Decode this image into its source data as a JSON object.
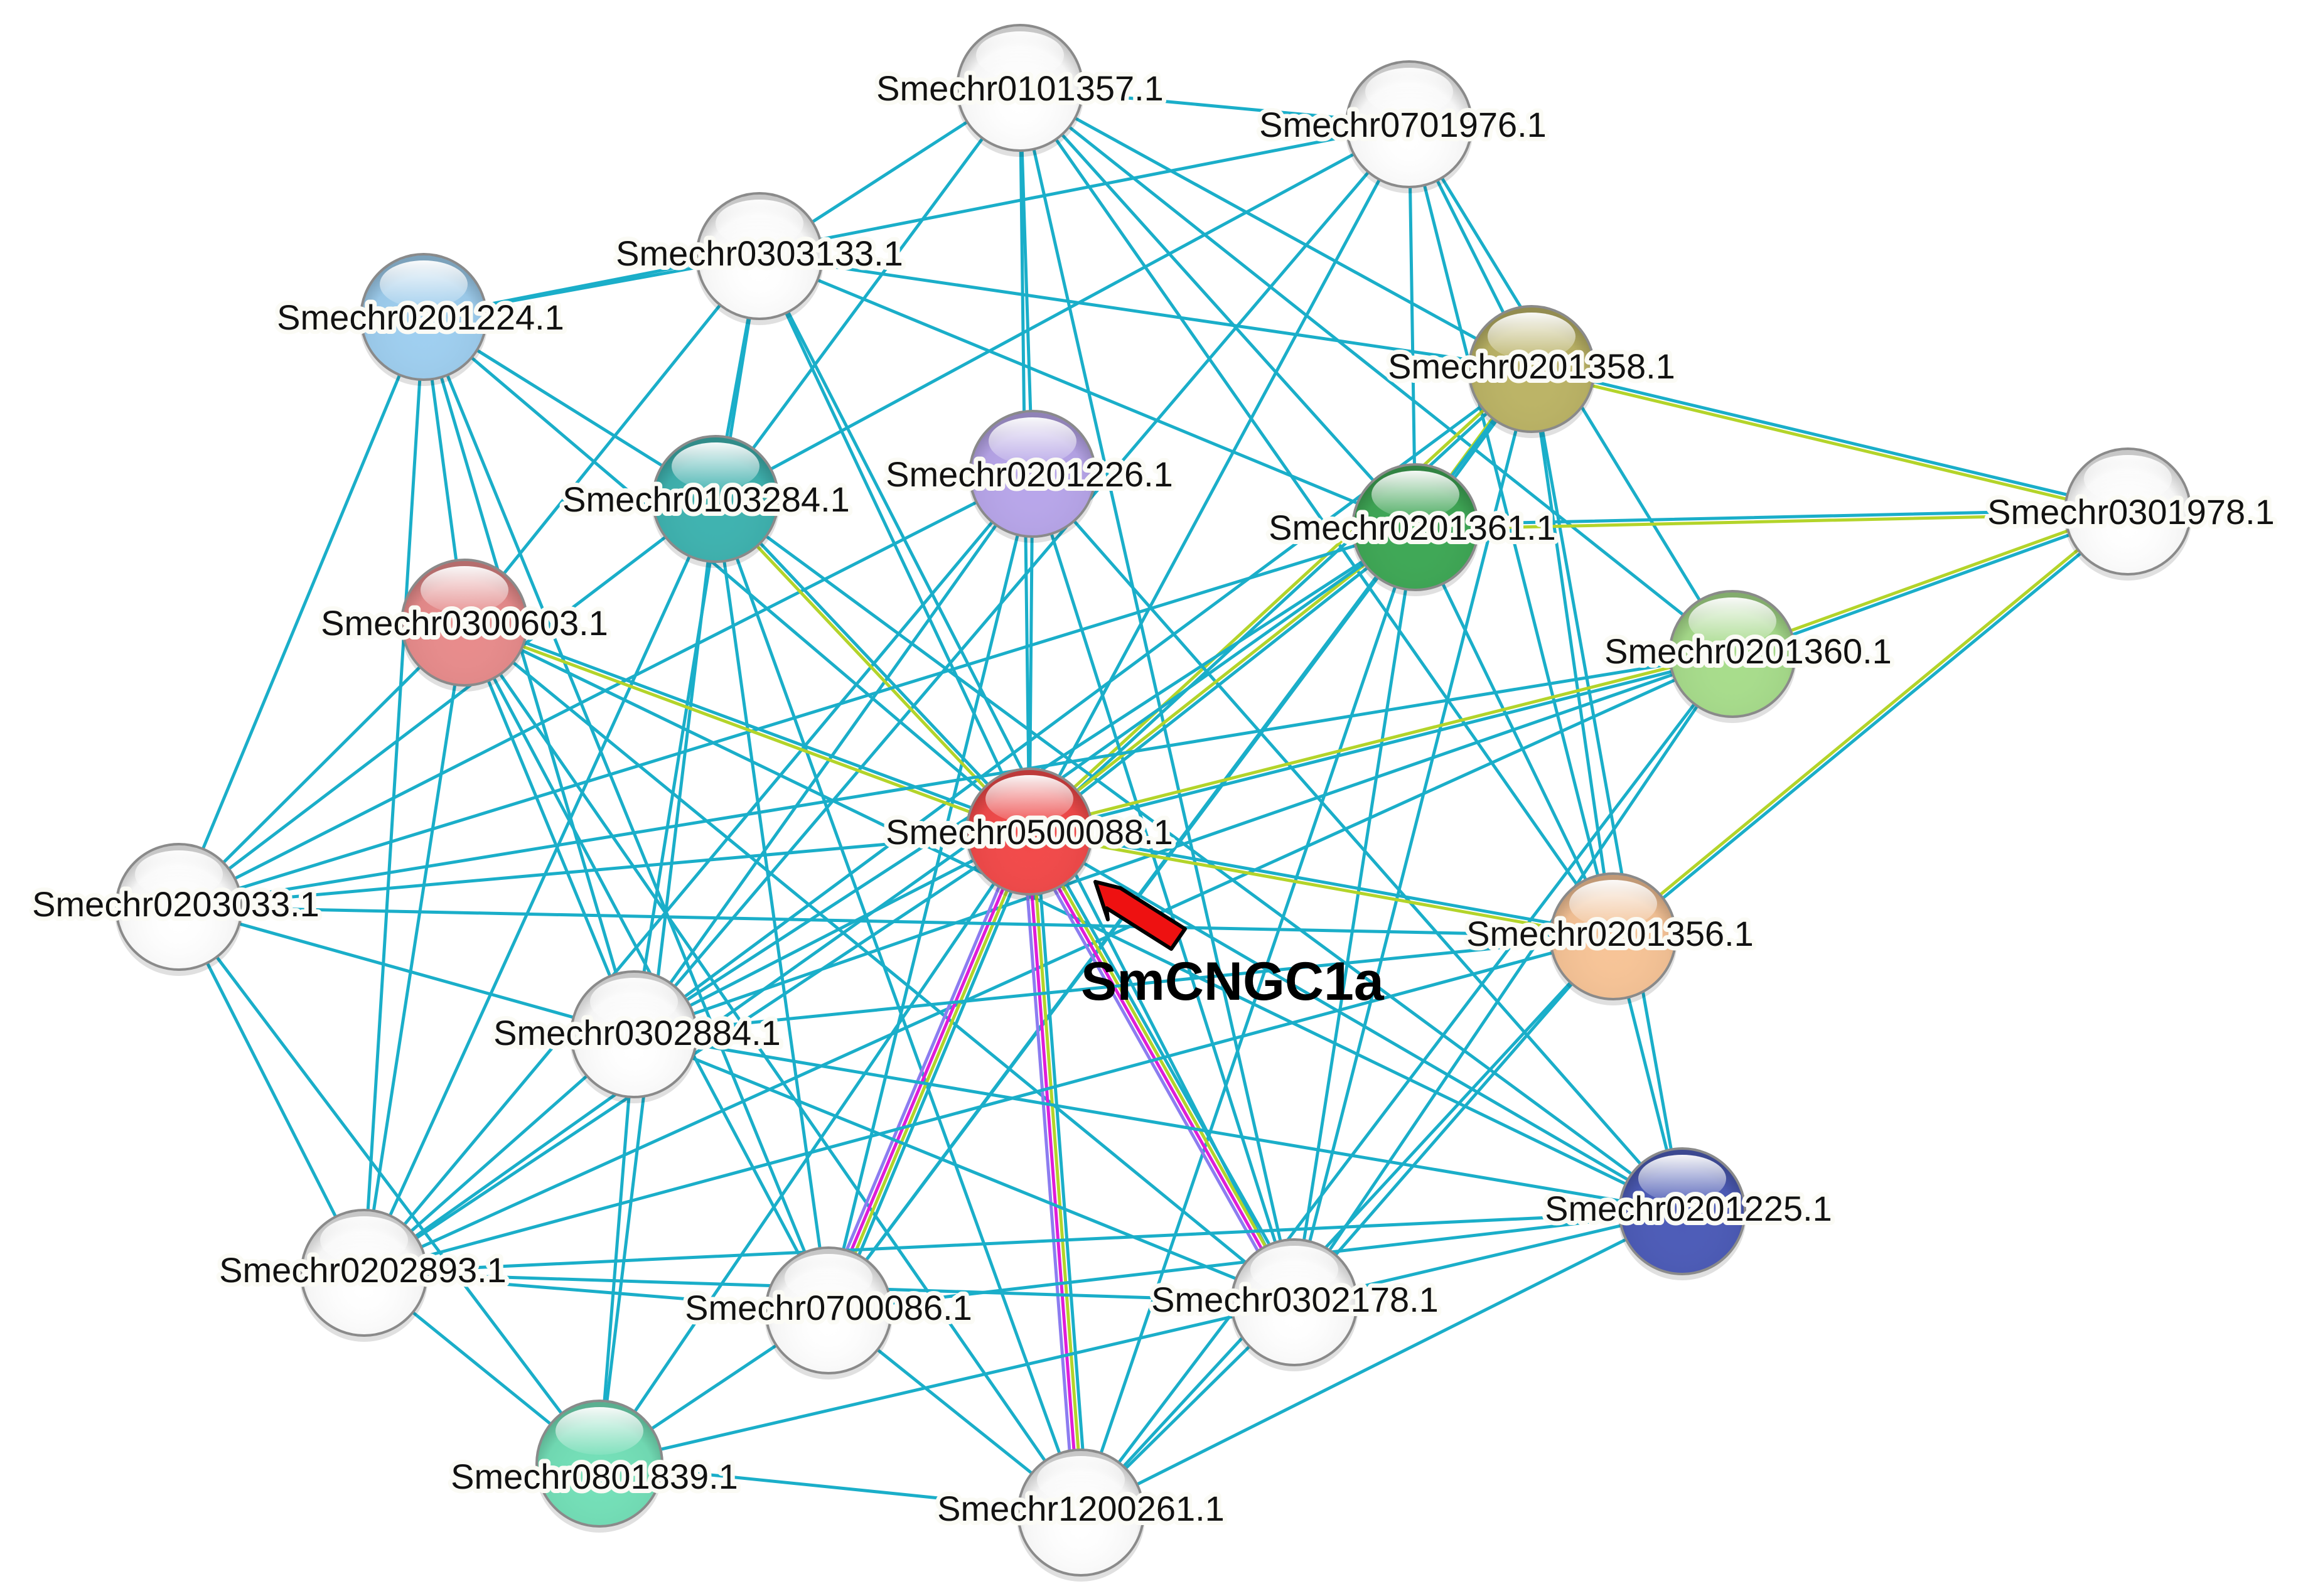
{
  "network": {
    "edge_colors": {
      "coexpression": "#1aaec9",
      "textmining": "#b3d42a",
      "experiments": "#e01cd9",
      "databases": "#8c7cf0"
    },
    "nodes": [
      {
        "id": "n01",
        "label": "Smechr0101357.1",
        "color": "#ffffff"
      },
      {
        "id": "n02",
        "label": "Smechr0701976.1",
        "color": "#ffffff"
      },
      {
        "id": "n03",
        "label": "Smechr0303133.1",
        "color": "#ffffff"
      },
      {
        "id": "n04",
        "label": "Smechr0201224.1",
        "color": "#9fcff0"
      },
      {
        "id": "n05",
        "label": "Smechr0201358.1",
        "color": "#bcb466"
      },
      {
        "id": "n06",
        "label": "Smechr0201226.1",
        "color": "#b8a6ea"
      },
      {
        "id": "n07",
        "label": "Smechr0103284.1",
        "color": "#3fb3b0"
      },
      {
        "id": "n08",
        "label": "Smechr0201361.1",
        "color": "#3fa856"
      },
      {
        "id": "n09",
        "label": "Smechr0301978.1",
        "color": "#ffffff"
      },
      {
        "id": "n10",
        "label": "Smechr0300603.1",
        "color": "#e88c8c"
      },
      {
        "id": "n11",
        "label": "Smechr0201360.1",
        "color": "#a8dd8c"
      },
      {
        "id": "n12",
        "label": "Smechr0500088.1",
        "color": "#f24a4a"
      },
      {
        "id": "n13",
        "label": "Smechr0203033.1",
        "color": "#ffffff"
      },
      {
        "id": "n14",
        "label": "Smechr0201356.1",
        "color": "#f7c497"
      },
      {
        "id": "n15",
        "label": "Smechr0302884.1",
        "color": "#ffffff"
      },
      {
        "id": "n16",
        "label": "Smechr0201225.1",
        "color": "#4d5cb8"
      },
      {
        "id": "n17",
        "label": "Smechr0202893.1",
        "color": "#ffffff"
      },
      {
        "id": "n18",
        "label": "Smechr0700086.1",
        "color": "#ffffff"
      },
      {
        "id": "n19",
        "label": "Smechr0302178.1",
        "color": "#ffffff"
      },
      {
        "id": "n20",
        "label": "Smechr0801839.1",
        "color": "#74e0b8"
      },
      {
        "id": "n21",
        "label": "Smechr1200261.1",
        "color": "#ffffff"
      }
    ],
    "edges": [
      {
        "source": "n01",
        "target": "n02",
        "types": [
          "coexpression"
        ]
      },
      {
        "source": "n01",
        "target": "n03",
        "types": [
          "coexpression"
        ]
      },
      {
        "source": "n01",
        "target": "n07",
        "types": [
          "coexpression"
        ]
      },
      {
        "source": "n01",
        "target": "n06",
        "types": [
          "coexpression"
        ]
      },
      {
        "source": "n01",
        "target": "n05",
        "types": [
          "coexpression"
        ]
      },
      {
        "source": "n01",
        "target": "n08",
        "types": [
          "coexpression"
        ]
      },
      {
        "source": "n01",
        "target": "n11",
        "types": [
          "coexpression"
        ]
      },
      {
        "source": "n01",
        "target": "n12",
        "types": [
          "coexpression"
        ]
      },
      {
        "source": "n01",
        "target": "n14",
        "types": [
          "coexpression"
        ]
      },
      {
        "source": "n01",
        "target": "n19",
        "types": [
          "coexpression"
        ]
      },
      {
        "source": "n02",
        "target": "n04",
        "types": [
          "coexpression"
        ]
      },
      {
        "source": "n02",
        "target": "n07",
        "types": [
          "coexpression"
        ]
      },
      {
        "source": "n02",
        "target": "n05",
        "types": [
          "coexpression"
        ]
      },
      {
        "source": "n02",
        "target": "n08",
        "types": [
          "coexpression"
        ]
      },
      {
        "source": "n02",
        "target": "n11",
        "types": [
          "coexpression"
        ]
      },
      {
        "source": "n02",
        "target": "n12",
        "types": [
          "coexpression"
        ]
      },
      {
        "source": "n02",
        "target": "n15",
        "types": [
          "coexpression"
        ]
      },
      {
        "source": "n02",
        "target": "n14",
        "types": [
          "coexpression"
        ]
      },
      {
        "source": "n03",
        "target": "n04",
        "types": [
          "coexpression"
        ]
      },
      {
        "source": "n03",
        "target": "n07",
        "types": [
          "coexpression"
        ]
      },
      {
        "source": "n03",
        "target": "n05",
        "types": [
          "coexpression"
        ]
      },
      {
        "source": "n03",
        "target": "n08",
        "types": [
          "coexpression"
        ]
      },
      {
        "source": "n03",
        "target": "n12",
        "types": [
          "coexpression"
        ]
      },
      {
        "source": "n03",
        "target": "n15",
        "types": [
          "coexpression"
        ]
      },
      {
        "source": "n03",
        "target": "n10",
        "types": [
          "coexpression"
        ]
      },
      {
        "source": "n03",
        "target": "n19",
        "types": [
          "coexpression"
        ]
      },
      {
        "source": "n04",
        "target": "n10",
        "types": [
          "coexpression"
        ]
      },
      {
        "source": "n04",
        "target": "n13",
        "types": [
          "coexpression"
        ]
      },
      {
        "source": "n04",
        "target": "n15",
        "types": [
          "coexpression"
        ]
      },
      {
        "source": "n04",
        "target": "n17",
        "types": [
          "coexpression"
        ]
      },
      {
        "source": "n04",
        "target": "n12",
        "types": [
          "coexpression"
        ]
      },
      {
        "source": "n04",
        "target": "n18",
        "types": [
          "coexpression"
        ]
      },
      {
        "source": "n04",
        "target": "n07",
        "types": [
          "coexpression"
        ]
      },
      {
        "source": "n05",
        "target": "n09",
        "types": [
          "coexpression",
          "textmining"
        ]
      },
      {
        "source": "n05",
        "target": "n08",
        "types": [
          "coexpression",
          "textmining"
        ]
      },
      {
        "source": "n05",
        "target": "n12",
        "types": [
          "coexpression",
          "textmining"
        ]
      },
      {
        "source": "n05",
        "target": "n14",
        "types": [
          "coexpression"
        ]
      },
      {
        "source": "n05",
        "target": "n15",
        "types": [
          "coexpression"
        ]
      },
      {
        "source": "n05",
        "target": "n19",
        "types": [
          "coexpression"
        ]
      },
      {
        "source": "n05",
        "target": "n18",
        "types": [
          "coexpression"
        ]
      },
      {
        "source": "n05",
        "target": "n16",
        "types": [
          "coexpression"
        ]
      },
      {
        "source": "n06",
        "target": "n12",
        "types": [
          "coexpression"
        ]
      },
      {
        "source": "n06",
        "target": "n15",
        "types": [
          "coexpression"
        ]
      },
      {
        "source": "n06",
        "target": "n17",
        "types": [
          "coexpression"
        ]
      },
      {
        "source": "n06",
        "target": "n18",
        "types": [
          "coexpression"
        ]
      },
      {
        "source": "n06",
        "target": "n19",
        "types": [
          "coexpression"
        ]
      },
      {
        "source": "n06",
        "target": "n16",
        "types": [
          "coexpression"
        ]
      },
      {
        "source": "n06",
        "target": "n13",
        "types": [
          "coexpression"
        ]
      },
      {
        "source": "n07",
        "target": "n12",
        "types": [
          "coexpression",
          "textmining"
        ]
      },
      {
        "source": "n07",
        "target": "n13",
        "types": [
          "coexpression"
        ]
      },
      {
        "source": "n07",
        "target": "n17",
        "types": [
          "coexpression"
        ]
      },
      {
        "source": "n07",
        "target": "n20",
        "types": [
          "coexpression"
        ]
      },
      {
        "source": "n07",
        "target": "n18",
        "types": [
          "coexpression"
        ]
      },
      {
        "source": "n07",
        "target": "n21",
        "types": [
          "coexpression"
        ]
      },
      {
        "source": "n07",
        "target": "n16",
        "types": [
          "coexpression"
        ]
      },
      {
        "source": "n08",
        "target": "n09",
        "types": [
          "coexpression",
          "textmining"
        ]
      },
      {
        "source": "n08",
        "target": "n12",
        "types": [
          "coexpression",
          "textmining"
        ]
      },
      {
        "source": "n08",
        "target": "n13",
        "types": [
          "coexpression"
        ]
      },
      {
        "source": "n08",
        "target": "n15",
        "types": [
          "coexpression"
        ]
      },
      {
        "source": "n08",
        "target": "n14",
        "types": [
          "coexpression"
        ]
      },
      {
        "source": "n08",
        "target": "n18",
        "types": [
          "coexpression"
        ]
      },
      {
        "source": "n08",
        "target": "n19",
        "types": [
          "coexpression"
        ]
      },
      {
        "source": "n08",
        "target": "n21",
        "types": [
          "coexpression"
        ]
      },
      {
        "source": "n08",
        "target": "n17",
        "types": [
          "coexpression"
        ]
      },
      {
        "source": "n09",
        "target": "n11",
        "types": [
          "coexpression",
          "textmining"
        ]
      },
      {
        "source": "n09",
        "target": "n14",
        "types": [
          "coexpression",
          "textmining"
        ]
      },
      {
        "source": "n10",
        "target": "n12",
        "types": [
          "coexpression",
          "textmining"
        ]
      },
      {
        "source": "n10",
        "target": "n13",
        "types": [
          "coexpression"
        ]
      },
      {
        "source": "n10",
        "target": "n15",
        "types": [
          "coexpression"
        ]
      },
      {
        "source": "n10",
        "target": "n17",
        "types": [
          "coexpression"
        ]
      },
      {
        "source": "n10",
        "target": "n18",
        "types": [
          "coexpression"
        ]
      },
      {
        "source": "n10",
        "target": "n19",
        "types": [
          "coexpression"
        ]
      },
      {
        "source": "n10",
        "target": "n16",
        "types": [
          "coexpression"
        ]
      },
      {
        "source": "n10",
        "target": "n21",
        "types": [
          "coexpression"
        ]
      },
      {
        "source": "n11",
        "target": "n12",
        "types": [
          "coexpression",
          "textmining"
        ]
      },
      {
        "source": "n11",
        "target": "n13",
        "types": [
          "coexpression"
        ]
      },
      {
        "source": "n11",
        "target": "n15",
        "types": [
          "coexpression"
        ]
      },
      {
        "source": "n11",
        "target": "n17",
        "types": [
          "coexpression"
        ]
      },
      {
        "source": "n11",
        "target": "n19",
        "types": [
          "coexpression"
        ]
      },
      {
        "source": "n11",
        "target": "n21",
        "types": [
          "coexpression"
        ]
      },
      {
        "source": "n12",
        "target": "n14",
        "types": [
          "coexpression",
          "textmining"
        ]
      },
      {
        "source": "n12",
        "target": "n18",
        "types": [
          "coexpression",
          "textmining",
          "experiments",
          "databases"
        ]
      },
      {
        "source": "n12",
        "target": "n21",
        "types": [
          "coexpression",
          "textmining",
          "experiments",
          "databases"
        ]
      },
      {
        "source": "n12",
        "target": "n19",
        "types": [
          "coexpression",
          "textmining",
          "experiments",
          "databases"
        ]
      },
      {
        "source": "n12",
        "target": "n13",
        "types": [
          "coexpression"
        ]
      },
      {
        "source": "n12",
        "target": "n15",
        "types": [
          "coexpression"
        ]
      },
      {
        "source": "n12",
        "target": "n17",
        "types": [
          "coexpression"
        ]
      },
      {
        "source": "n12",
        "target": "n20",
        "types": [
          "coexpression"
        ]
      },
      {
        "source": "n12",
        "target": "n16",
        "types": [
          "coexpression"
        ]
      },
      {
        "source": "n13",
        "target": "n14",
        "types": [
          "coexpression"
        ]
      },
      {
        "source": "n13",
        "target": "n17",
        "types": [
          "coexpression"
        ]
      },
      {
        "source": "n13",
        "target": "n15",
        "types": [
          "coexpression"
        ]
      },
      {
        "source": "n13",
        "target": "n20",
        "types": [
          "coexpression"
        ]
      },
      {
        "source": "n14",
        "target": "n15",
        "types": [
          "coexpression"
        ]
      },
      {
        "source": "n14",
        "target": "n16",
        "types": [
          "coexpression"
        ]
      },
      {
        "source": "n14",
        "target": "n17",
        "types": [
          "coexpression"
        ]
      },
      {
        "source": "n14",
        "target": "n19",
        "types": [
          "coexpression"
        ]
      },
      {
        "source": "n14",
        "target": "n21",
        "types": [
          "coexpression"
        ]
      },
      {
        "source": "n15",
        "target": "n17",
        "types": [
          "coexpression"
        ]
      },
      {
        "source": "n15",
        "target": "n20",
        "types": [
          "coexpression"
        ]
      },
      {
        "source": "n15",
        "target": "n16",
        "types": [
          "coexpression"
        ]
      },
      {
        "source": "n15",
        "target": "n19",
        "types": [
          "coexpression"
        ]
      },
      {
        "source": "n16",
        "target": "n17",
        "types": [
          "coexpression"
        ]
      },
      {
        "source": "n16",
        "target": "n18",
        "types": [
          "coexpression"
        ]
      },
      {
        "source": "n16",
        "target": "n19",
        "types": [
          "coexpression"
        ]
      },
      {
        "source": "n16",
        "target": "n21",
        "types": [
          "coexpression"
        ]
      },
      {
        "source": "n17",
        "target": "n20",
        "types": [
          "coexpression"
        ]
      },
      {
        "source": "n17",
        "target": "n18",
        "types": [
          "coexpression"
        ]
      },
      {
        "source": "n17",
        "target": "n19",
        "types": [
          "coexpression"
        ]
      },
      {
        "source": "n18",
        "target": "n20",
        "types": [
          "coexpression"
        ]
      },
      {
        "source": "n18",
        "target": "n21",
        "types": [
          "coexpression"
        ]
      },
      {
        "source": "n19",
        "target": "n20",
        "types": [
          "coexpression"
        ]
      },
      {
        "source": "n19",
        "target": "n21",
        "types": [
          "coexpression"
        ]
      },
      {
        "source": "n20",
        "target": "n21",
        "types": [
          "coexpression"
        ]
      }
    ]
  },
  "callout": {
    "label": "SmCNGC1a",
    "target": "n12",
    "arrow_color": "#ee1111"
  }
}
